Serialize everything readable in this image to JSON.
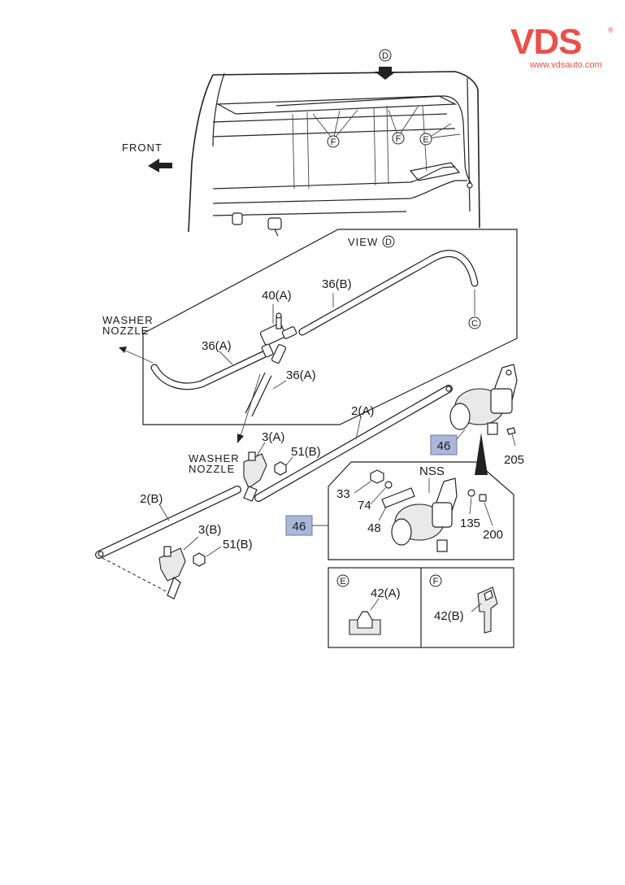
{
  "brand": {
    "logo_text": "VDS",
    "registered": "®",
    "url": "www.vdsauto.com",
    "color": "#e8504b"
  },
  "view_refs": {
    "top_arrow": "D",
    "view_title": "VIEW",
    "view_letter": "D",
    "clip_f": "F",
    "clip_e": "E",
    "hose_end": "C"
  },
  "labels": {
    "front": "FRONT",
    "washer_nozzle_1a": "WASHER",
    "washer_nozzle_1b": "NOZZLE",
    "washer_nozzle_2a": "WASHER",
    "washer_nozzle_2b": "NOZZLE",
    "nss": "NSS"
  },
  "parts": {
    "p40a": "40(A)",
    "p36b": "36(B)",
    "p36a_1": "36(A)",
    "p36a_2": "36(A)",
    "p2a": "2(A)",
    "p3a": "3(A)",
    "p51b_1": "51(B)",
    "p2b": "2(B)",
    "p3b": "3(B)",
    "p51b_2": "51(B)",
    "p46_1": "46",
    "p205": "205",
    "p46_2": "46",
    "p33": "33",
    "p74": "74",
    "p48": "48",
    "p135": "135",
    "p200": "200",
    "p42a": "42(A)",
    "p42b": "42(B)"
  },
  "detail_boxes": {
    "left_letter": "E",
    "right_letter": "F"
  },
  "colors": {
    "highlight_fill": "#a9b8da",
    "line": "#222222"
  }
}
